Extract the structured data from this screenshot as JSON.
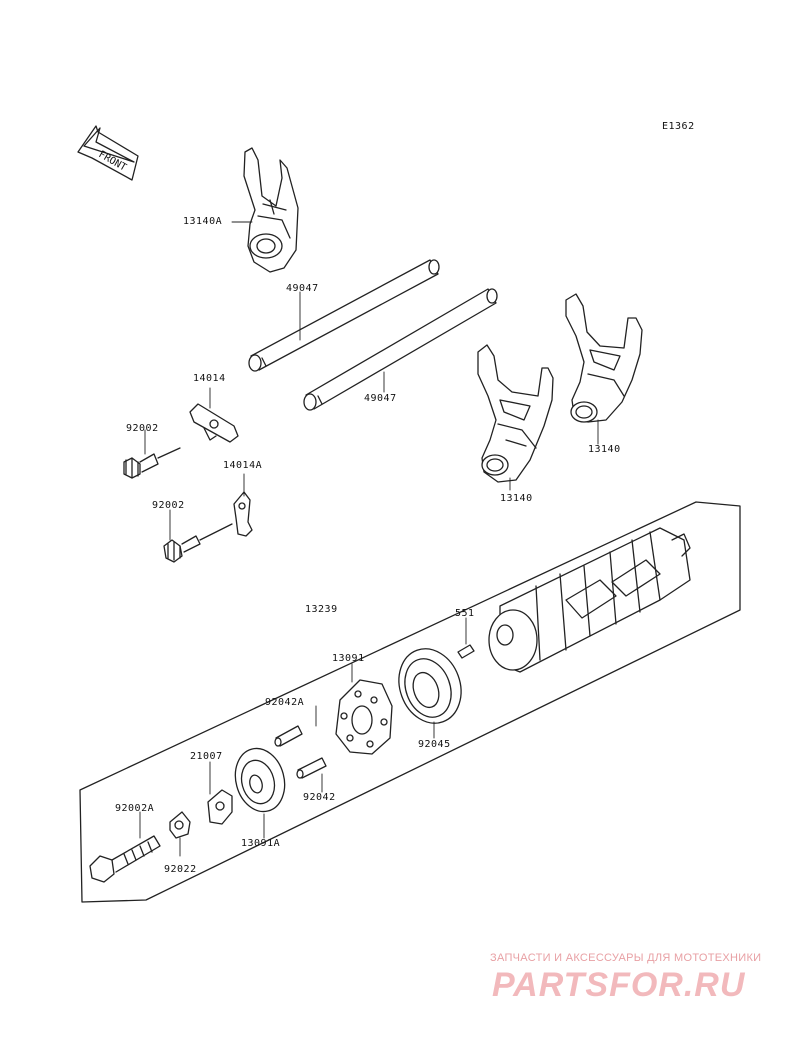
{
  "diagram": {
    "code": "E1362",
    "front_label": "FRONT",
    "labels": {
      "p13140A": "13140A",
      "p49047_a": "49047",
      "p49047_b": "49047",
      "p14014": "14014",
      "p92002_a": "92002",
      "p14014A": "14014A",
      "p92002_b": "92002",
      "p13140_a": "13140",
      "p13140_b": "13140",
      "p13239": "13239",
      "p551": "551",
      "p13091": "13091",
      "p92042A": "92042A",
      "p92045": "92045",
      "p21007": "21007",
      "p92042": "92042",
      "p92002A": "92002A",
      "p92022": "92022",
      "p13091A": "13091A"
    }
  },
  "watermark": {
    "tagline": "ЗАПЧАСТИ И АКСЕССУАРЫ ДЛЯ МОТОТЕХНИКИ",
    "logo": "PARTSFOR.RU"
  }
}
